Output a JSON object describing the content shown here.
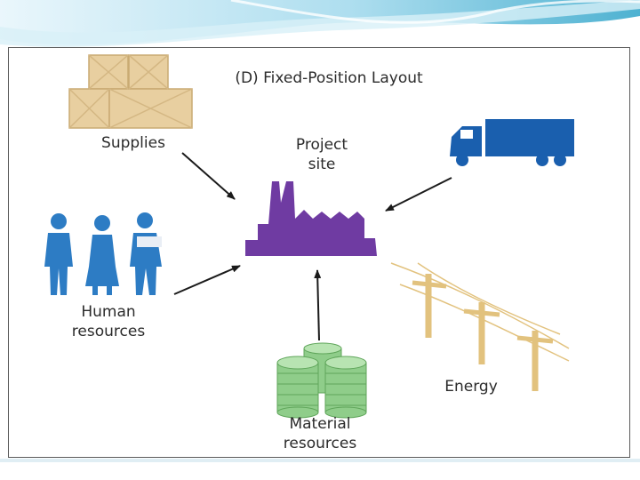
{
  "title": "(D) Fixed-Position Layout",
  "nodes": {
    "supplies": "Supplies",
    "project_site": [
      "Project",
      "site"
    ],
    "human_resources": [
      "Human",
      "resources"
    ],
    "material_resources": [
      "Material",
      "resources"
    ],
    "energy": "Energy"
  },
  "colors": {
    "slide_banner": "#2fa4c9",
    "frame_border": "#5a5a5a",
    "boxes": "#e8cfa0",
    "truck": "#1a5fae",
    "people": "#2d7cc4",
    "factory": "#6f3ba2",
    "drums": "#8fcd8a",
    "poles": "#e2c27e",
    "arrows": "#1a1a1a"
  },
  "icons": [
    "boxes-icon",
    "truck-icon",
    "people-icon",
    "factory-icon",
    "drums-icon",
    "power-poles-icon"
  ]
}
